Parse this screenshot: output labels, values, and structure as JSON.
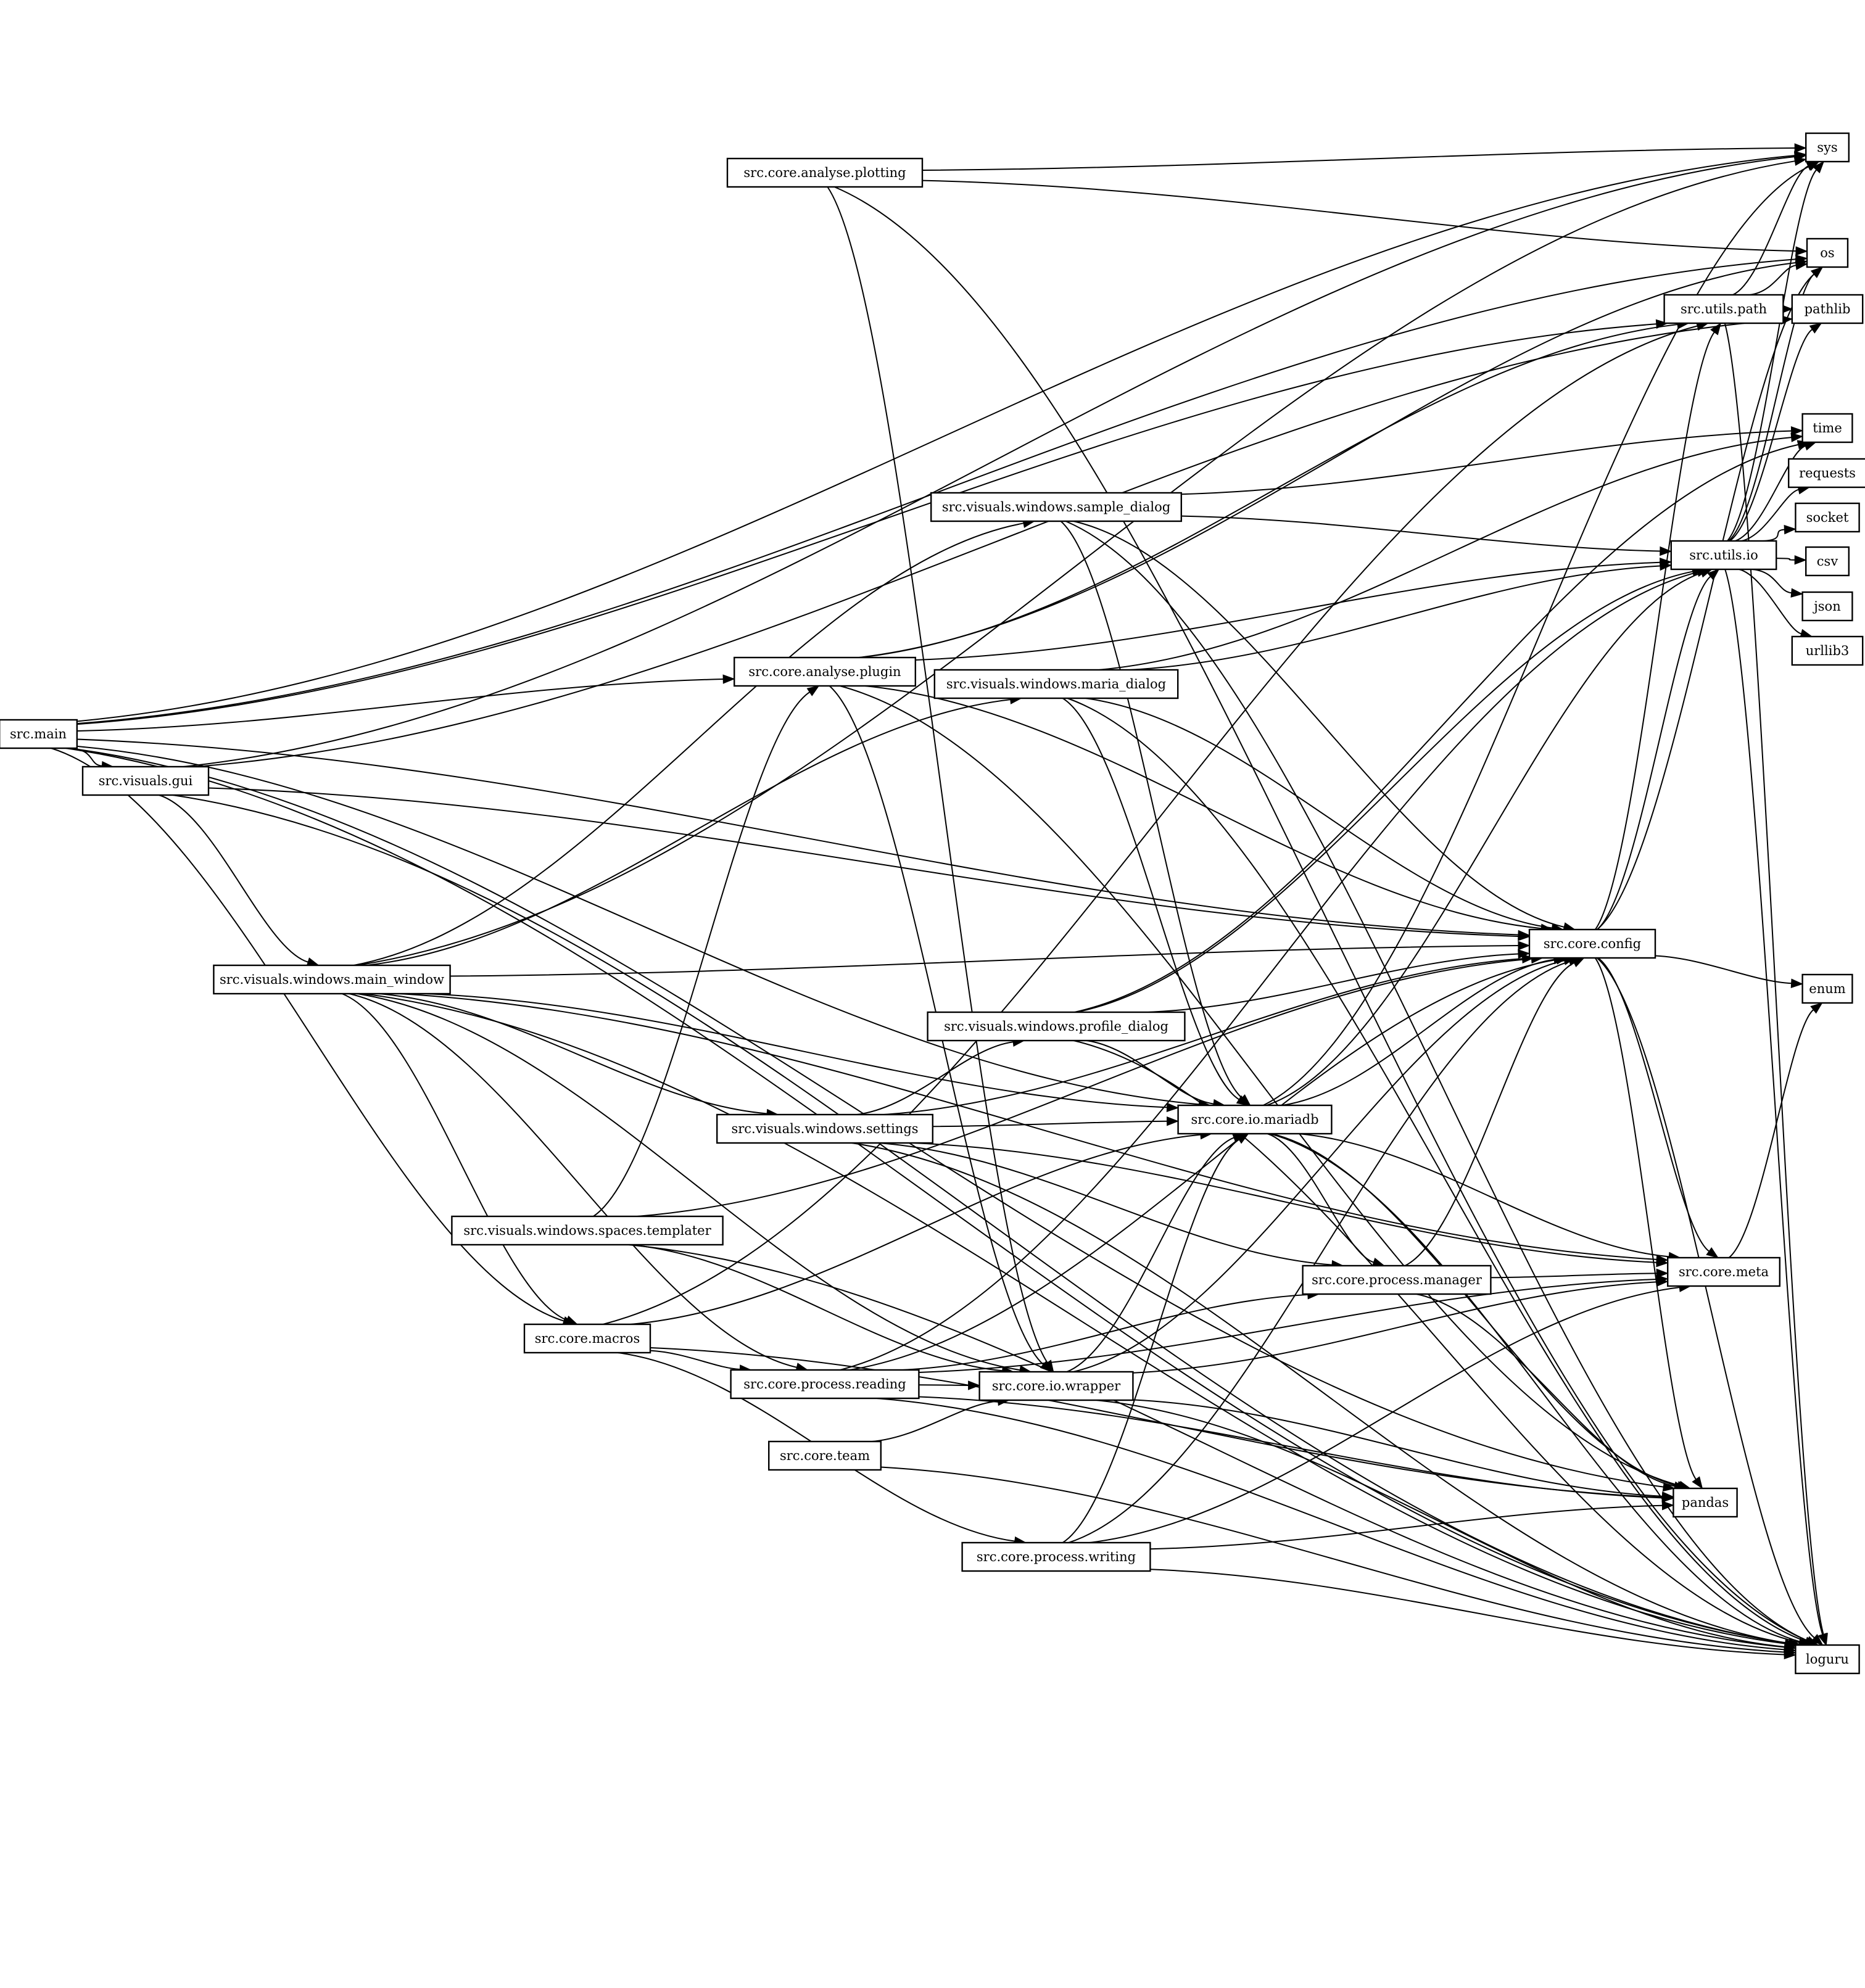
{
  "graph": {
    "nodes": [
      {
        "id": "src.main",
        "label": "src.main"
      },
      {
        "id": "src.visuals.gui",
        "label": "src.visuals.gui"
      },
      {
        "id": "src.visuals.windows.main_window",
        "label": "src.visuals.windows.main_window"
      },
      {
        "id": "src.core.analyse.plotting",
        "label": "src.core.analyse.plotting"
      },
      {
        "id": "src.core.analyse.plugin",
        "label": "src.core.analyse.plugin"
      },
      {
        "id": "src.visuals.windows.sample_dialog",
        "label": "src.visuals.windows.sample_dialog"
      },
      {
        "id": "src.visuals.windows.maria_dialog",
        "label": "src.visuals.windows.maria_dialog"
      },
      {
        "id": "src.visuals.windows.profile_dialog",
        "label": "src.visuals.windows.profile_dialog"
      },
      {
        "id": "src.visuals.windows.settings",
        "label": "src.visuals.windows.settings"
      },
      {
        "id": "src.visuals.windows.spaces.templater",
        "label": "src.visuals.windows.spaces.templater"
      },
      {
        "id": "src.core.macros",
        "label": "src.core.macros"
      },
      {
        "id": "src.core.process.reading",
        "label": "src.core.process.reading"
      },
      {
        "id": "src.core.team",
        "label": "src.core.team"
      },
      {
        "id": "src.core.io.wrapper",
        "label": "src.core.io.wrapper"
      },
      {
        "id": "src.core.process.writing",
        "label": "src.core.process.writing"
      },
      {
        "id": "src.core.io.mariadb",
        "label": "src.core.io.mariadb"
      },
      {
        "id": "src.core.process.manager",
        "label": "src.core.process.manager"
      },
      {
        "id": "src.core.config",
        "label": "src.core.config"
      },
      {
        "id": "src.utils.path",
        "label": "src.utils.path"
      },
      {
        "id": "src.utils.io",
        "label": "src.utils.io"
      },
      {
        "id": "src.core.meta",
        "label": "src.core.meta"
      },
      {
        "id": "pandas",
        "label": "pandas"
      },
      {
        "id": "sys",
        "label": "sys"
      },
      {
        "id": "os",
        "label": "os"
      },
      {
        "id": "pathlib",
        "label": "pathlib"
      },
      {
        "id": "time",
        "label": "time"
      },
      {
        "id": "requests",
        "label": "requests"
      },
      {
        "id": "socket",
        "label": "socket"
      },
      {
        "id": "csv",
        "label": "csv"
      },
      {
        "id": "json",
        "label": "json"
      },
      {
        "id": "urllib3",
        "label": "urllib3"
      },
      {
        "id": "enum",
        "label": "enum"
      },
      {
        "id": "loguru",
        "label": "loguru"
      }
    ],
    "edges": [
      [
        "src.main",
        "sys"
      ],
      [
        "src.main",
        "os"
      ],
      [
        "src.main",
        "src.utils.path"
      ],
      [
        "src.main",
        "src.core.analyse.plugin"
      ],
      [
        "src.main",
        "src.visuals.gui"
      ],
      [
        "src.main",
        "src.core.config"
      ],
      [
        "src.main",
        "src.core.io.mariadb"
      ],
      [
        "src.main",
        "src.core.macros"
      ],
      [
        "src.main",
        "pandas"
      ],
      [
        "src.main",
        "loguru"
      ],
      [
        "src.visuals.gui",
        "sys"
      ],
      [
        "src.visuals.gui",
        "pathlib"
      ],
      [
        "src.visuals.gui",
        "src.visuals.windows.main_window"
      ],
      [
        "src.visuals.gui",
        "src.core.config"
      ],
      [
        "src.visuals.gui",
        "loguru"
      ],
      [
        "src.visuals.windows.main_window",
        "sys"
      ],
      [
        "src.visuals.windows.main_window",
        "src.visuals.windows.sample_dialog"
      ],
      [
        "src.visuals.windows.main_window",
        "src.visuals.windows.maria_dialog"
      ],
      [
        "src.visuals.windows.main_window",
        "src.core.config"
      ],
      [
        "src.visuals.windows.main_window",
        "src.core.meta"
      ],
      [
        "src.visuals.windows.main_window",
        "src.core.io.mariadb"
      ],
      [
        "src.visuals.windows.main_window",
        "src.visuals.windows.settings"
      ],
      [
        "src.visuals.windows.main_window",
        "src.core.macros"
      ],
      [
        "src.visuals.windows.main_window",
        "src.core.process.reading"
      ],
      [
        "src.visuals.windows.main_window",
        "src.core.io.wrapper"
      ],
      [
        "src.visuals.windows.main_window",
        "loguru"
      ],
      [
        "src.core.analyse.plotting",
        "sys"
      ],
      [
        "src.core.analyse.plotting",
        "os"
      ],
      [
        "src.core.analyse.plotting",
        "src.core.io.wrapper"
      ],
      [
        "src.core.analyse.plotting",
        "loguru"
      ],
      [
        "src.core.analyse.plugin",
        "os"
      ],
      [
        "src.core.analyse.plugin",
        "src.utils.path"
      ],
      [
        "src.core.analyse.plugin",
        "src.utils.io"
      ],
      [
        "src.core.analyse.plugin",
        "src.core.config"
      ],
      [
        "src.core.analyse.plugin",
        "src.core.io.wrapper"
      ],
      [
        "src.core.analyse.plugin",
        "pandas"
      ],
      [
        "src.visuals.windows.sample_dialog",
        "time"
      ],
      [
        "src.visuals.windows.sample_dialog",
        "src.utils.io"
      ],
      [
        "src.visuals.windows.sample_dialog",
        "src.core.config"
      ],
      [
        "src.visuals.windows.sample_dialog",
        "src.core.io.mariadb"
      ],
      [
        "src.visuals.windows.sample_dialog",
        "loguru"
      ],
      [
        "src.visuals.windows.maria_dialog",
        "time"
      ],
      [
        "src.visuals.windows.maria_dialog",
        "src.utils.io"
      ],
      [
        "src.visuals.windows.maria_dialog",
        "src.core.config"
      ],
      [
        "src.visuals.windows.maria_dialog",
        "src.core.io.mariadb"
      ],
      [
        "src.visuals.windows.maria_dialog",
        "loguru"
      ],
      [
        "src.visuals.windows.profile_dialog",
        "time"
      ],
      [
        "src.visuals.windows.profile_dialog",
        "src.utils.io"
      ],
      [
        "src.visuals.windows.profile_dialog",
        "src.core.config"
      ],
      [
        "src.visuals.windows.profile_dialog",
        "src.core.io.mariadb"
      ],
      [
        "src.visuals.windows.profile_dialog",
        "loguru"
      ],
      [
        "src.visuals.windows.settings",
        "src.visuals.windows.profile_dialog"
      ],
      [
        "src.visuals.windows.settings",
        "src.core.config"
      ],
      [
        "src.visuals.windows.settings",
        "src.core.io.mariadb"
      ],
      [
        "src.visuals.windows.settings",
        "src.core.process.manager"
      ],
      [
        "src.visuals.windows.settings",
        "src.core.meta"
      ],
      [
        "src.visuals.windows.settings",
        "loguru"
      ],
      [
        "src.visuals.windows.spaces.templater",
        "src.core.analyse.plugin"
      ],
      [
        "src.visuals.windows.spaces.templater",
        "src.core.config"
      ],
      [
        "src.visuals.windows.spaces.templater",
        "src.core.io.wrapper"
      ],
      [
        "src.visuals.windows.spaces.templater",
        "loguru"
      ],
      [
        "src.core.macros",
        "src.utils.path"
      ],
      [
        "src.core.macros",
        "src.core.io.mariadb"
      ],
      [
        "src.core.macros",
        "src.core.process.reading"
      ],
      [
        "src.core.macros",
        "src.core.process.writing"
      ],
      [
        "src.core.macros",
        "pandas"
      ],
      [
        "src.core.process.reading",
        "src.utils.io"
      ],
      [
        "src.core.process.reading",
        "src.core.config"
      ],
      [
        "src.core.process.reading",
        "src.core.io.wrapper"
      ],
      [
        "src.core.process.reading",
        "src.core.process.manager"
      ],
      [
        "src.core.process.reading",
        "src.core.meta"
      ],
      [
        "src.core.process.reading",
        "pandas"
      ],
      [
        "src.core.process.reading",
        "loguru"
      ],
      [
        "src.core.team",
        "src.core.io.wrapper"
      ],
      [
        "src.core.team",
        "loguru"
      ],
      [
        "src.core.io.wrapper",
        "src.core.io.mariadb"
      ],
      [
        "src.core.io.wrapper",
        "src.core.config"
      ],
      [
        "src.core.io.wrapper",
        "src.core.meta"
      ],
      [
        "src.core.io.wrapper",
        "pandas"
      ],
      [
        "src.core.io.wrapper",
        "loguru"
      ],
      [
        "src.core.process.writing",
        "src.core.io.mariadb"
      ],
      [
        "src.core.process.writing",
        "src.core.config"
      ],
      [
        "src.core.process.writing",
        "src.core.meta"
      ],
      [
        "src.core.process.writing",
        "pandas"
      ],
      [
        "src.core.process.writing",
        "loguru"
      ],
      [
        "src.core.io.mariadb",
        "sys"
      ],
      [
        "src.core.io.mariadb",
        "src.core.config"
      ],
      [
        "src.core.io.mariadb",
        "src.utils.io"
      ],
      [
        "src.core.io.mariadb",
        "src.core.process.manager"
      ],
      [
        "src.core.io.mariadb",
        "src.core.meta"
      ],
      [
        "src.core.io.mariadb",
        "pandas"
      ],
      [
        "src.core.io.mariadb",
        "loguru"
      ],
      [
        "src.core.process.manager",
        "src.core.config"
      ],
      [
        "src.core.process.manager",
        "src.core.meta"
      ],
      [
        "src.core.process.manager",
        "pandas"
      ],
      [
        "src.core.config",
        "src.utils.path"
      ],
      [
        "src.core.config",
        "src.utils.io"
      ],
      [
        "src.core.config",
        "os"
      ],
      [
        "src.core.config",
        "enum"
      ],
      [
        "src.core.config",
        "src.core.meta"
      ],
      [
        "src.core.config",
        "pandas"
      ],
      [
        "src.core.config",
        "loguru"
      ],
      [
        "src.utils.path",
        "sys"
      ],
      [
        "src.utils.path",
        "os"
      ],
      [
        "src.utils.path",
        "pathlib"
      ],
      [
        "src.utils.path",
        "loguru"
      ],
      [
        "src.utils.io",
        "sys"
      ],
      [
        "src.utils.io",
        "os"
      ],
      [
        "src.utils.io",
        "pathlib"
      ],
      [
        "src.utils.io",
        "time"
      ],
      [
        "src.utils.io",
        "requests"
      ],
      [
        "src.utils.io",
        "socket"
      ],
      [
        "src.utils.io",
        "csv"
      ],
      [
        "src.utils.io",
        "json"
      ],
      [
        "src.utils.io",
        "urllib3"
      ],
      [
        "src.utils.io",
        "loguru"
      ],
      [
        "src.core.meta",
        "enum"
      ]
    ]
  }
}
